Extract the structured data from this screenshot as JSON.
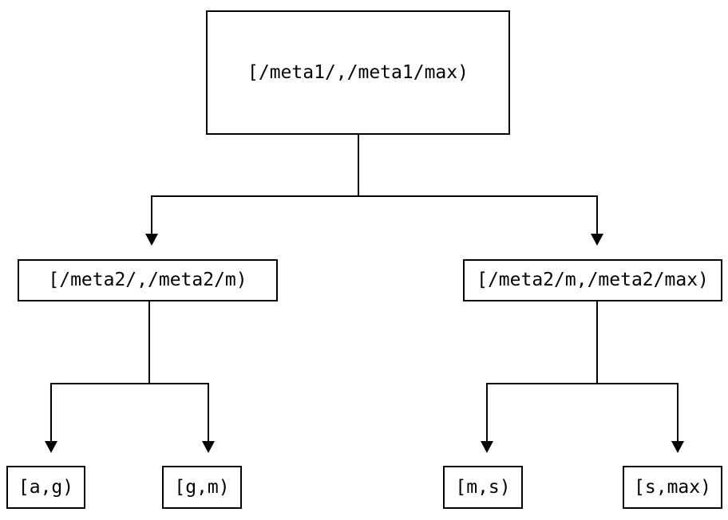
{
  "diagram": {
    "type": "tree",
    "background_color": "#ffffff",
    "line_color": "#000000",
    "node_border_color": "#000000",
    "node_fill_color": "#ffffff",
    "nodes": {
      "root": {
        "label": "[/meta1/,/meta1/max)"
      },
      "left_child": {
        "label": "[/meta2/,/meta2/m)"
      },
      "right_child": {
        "label": "[/meta2/m,/meta2/max)"
      },
      "leaf_ag": {
        "label": "[a,g)"
      },
      "leaf_gm": {
        "label": "[g,m)"
      },
      "leaf_ms": {
        "label": "[m,s)"
      },
      "leaf_smax": {
        "label": "[s,max)"
      }
    },
    "edges": [
      {
        "from": "root",
        "to": "left_child"
      },
      {
        "from": "root",
        "to": "right_child"
      },
      {
        "from": "left_child",
        "to": "leaf_ag"
      },
      {
        "from": "left_child",
        "to": "leaf_gm"
      },
      {
        "from": "right_child",
        "to": "leaf_ms"
      },
      {
        "from": "right_child",
        "to": "leaf_smax"
      }
    ]
  }
}
